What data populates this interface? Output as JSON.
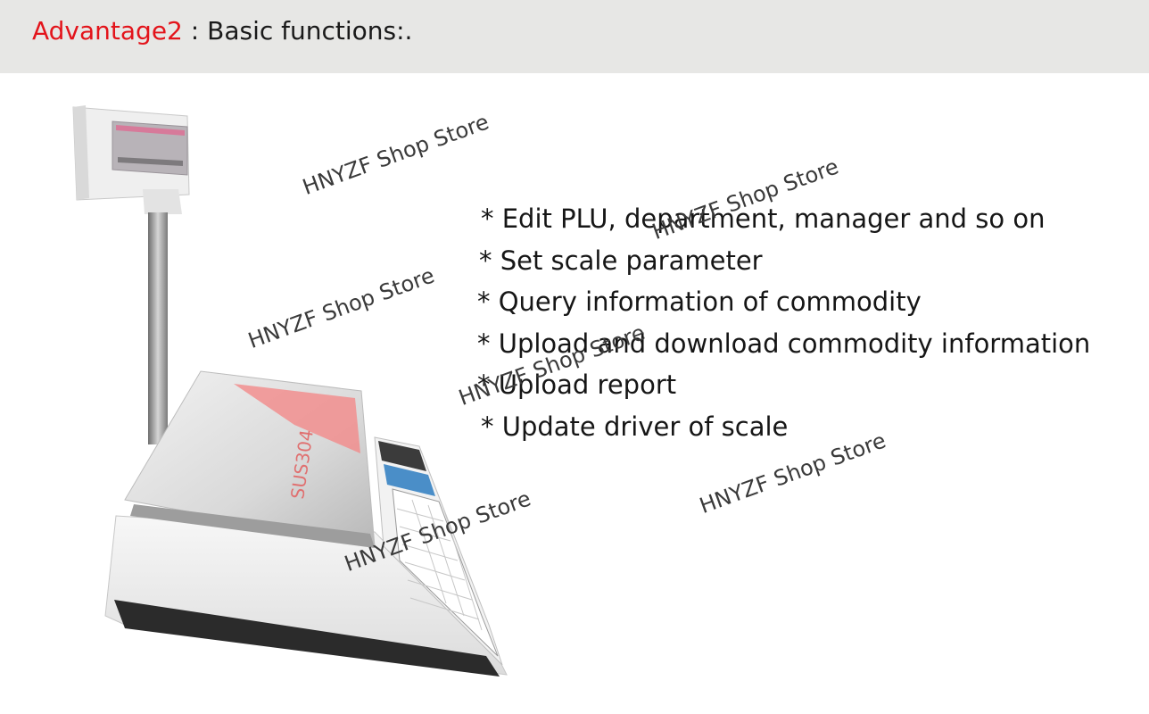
{
  "header": {
    "accent_label": "Advantage2",
    "title": " : Basic functions:.",
    "accent_color": "#e3141b",
    "background_color": "#e7e7e5"
  },
  "product_image": {
    "icon": "price-computing-scale-illustration",
    "body_text": "SUS304"
  },
  "features": [
    "* Edit PLU, department, manager and so on",
    "* Set scale parameter",
    "* Query information of commodity",
    "* Upload and download commodity information",
    "* Upload report",
    "* Update driver of scale"
  ],
  "watermark": {
    "text": "HNYZF Shop Store"
  }
}
